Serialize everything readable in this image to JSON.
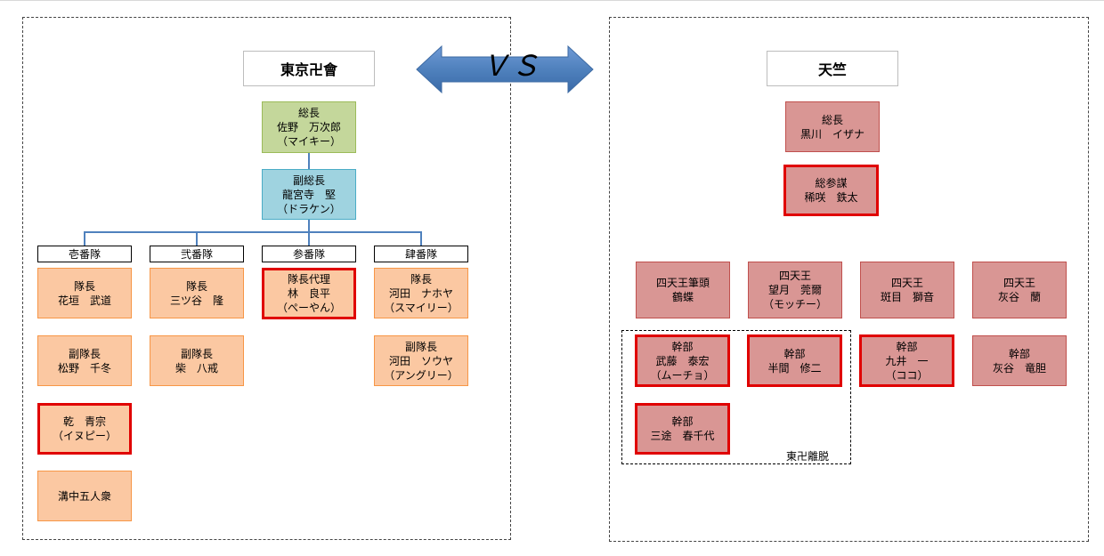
{
  "vs_label": "ＶＳ",
  "left": {
    "title": "東京卍會",
    "sousho": "総長\n佐野　万次郎\n（マイキー）",
    "fuku_sousho": "副総長\n龍宮寺　堅\n（ドラケン）",
    "divisions": [
      "壱番隊",
      "弐番隊",
      "参番隊",
      "肆番隊"
    ],
    "members": {
      "d1_captain": "隊長\n花垣　武道",
      "d1_vice": "副隊長\n松野　千冬",
      "d1_m3": "乾　青宗\n（イヌピー）",
      "d1_m4": "溝中五人衆",
      "d2_captain": "隊長\n三ツ谷　隆",
      "d2_vice": "副隊長\n柴　八戒",
      "d3_captain": "隊長代理\n林　良平\n（ぺーやん）",
      "d4_captain": "隊長\n河田　ナホヤ\n（スマイリー）",
      "d4_vice": "副隊長\n河田　ソウヤ\n（アングリー）"
    }
  },
  "right": {
    "title": "天竺",
    "sousho": "総長\n黒川　イザナ",
    "sousanbou": "総参謀\n稀咲　鉄太",
    "shitenno": [
      "四天王筆頭\n鶴蝶",
      "四天王\n望月　莞爾\n（モッチー）",
      "四天王\n斑目　獅音",
      "四天王\n灰谷　蘭"
    ],
    "kanbu": [
      "幹部\n武藤　泰宏\n（ムーチョ）",
      "幹部\n半間　修二",
      "幹部\n九井　一\n（ココ）",
      "幹部\n灰谷　竜胆",
      "幹部\n三途　春千代"
    ],
    "group_label": "東卍離脱"
  },
  "colors": {
    "highlight": "#e00000",
    "connector": "#4f81bd",
    "arrow": "#4f81bd"
  }
}
